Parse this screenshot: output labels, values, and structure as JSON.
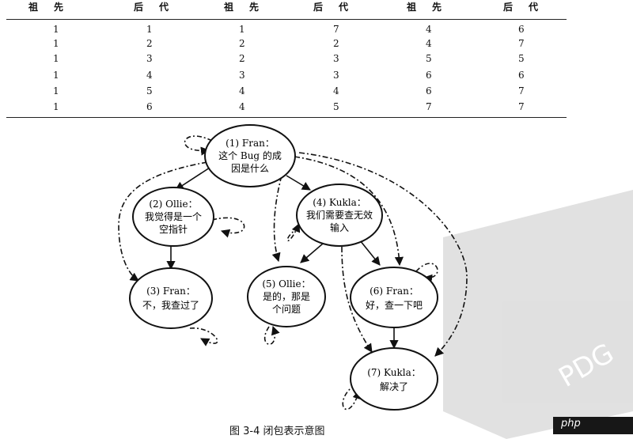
{
  "table": {
    "headers": [
      "祖先",
      "后代",
      "祖先",
      "后代",
      "祖先",
      "后代"
    ],
    "rows": [
      [
        "1",
        "1",
        "1",
        "7",
        "4",
        "6"
      ],
      [
        "1",
        "2",
        "2",
        "2",
        "4",
        "7"
      ],
      [
        "1",
        "3",
        "2",
        "3",
        "5",
        "5"
      ],
      [
        "1",
        "4",
        "3",
        "3",
        "6",
        "6"
      ],
      [
        "1",
        "5",
        "4",
        "4",
        "6",
        "7"
      ],
      [
        "1",
        "6",
        "4",
        "5",
        "7",
        "7"
      ]
    ]
  },
  "nodes": [
    {
      "id": "1",
      "line1": "(1) Fran：",
      "line2": "这个 Bug 的成",
      "line3": "因是什么"
    },
    {
      "id": "2",
      "line1": "(2) Ollie：",
      "line2": "我觉得是一个",
      "line3": "空指针"
    },
    {
      "id": "3",
      "line1": "(3) Fran：",
      "line2": "不，我查过了",
      "line3": ""
    },
    {
      "id": "4",
      "line1": "(4) Kukla：",
      "line2": "我们需要查无效",
      "line3": "输入"
    },
    {
      "id": "5",
      "line1": "(5) Ollie：",
      "line2": "是的，那是",
      "line3": "个问题"
    },
    {
      "id": "6",
      "line1": "(6) Fran：",
      "line2": "好，查一下吧",
      "line3": ""
    },
    {
      "id": "7",
      "line1": "(7) Kukla：",
      "line2": "解决了",
      "line3": ""
    }
  ],
  "edges": {
    "solid": [
      [
        "1",
        "2"
      ],
      [
        "1",
        "4"
      ],
      [
        "2",
        "3"
      ],
      [
        "4",
        "5"
      ],
      [
        "4",
        "6"
      ],
      [
        "6",
        "7"
      ]
    ],
    "closure": [
      [
        "1",
        "3"
      ],
      [
        "1",
        "5"
      ],
      [
        "1",
        "6"
      ],
      [
        "1",
        "7"
      ],
      [
        "4",
        "7"
      ]
    ],
    "self_loops": [
      "1",
      "2",
      "3",
      "4",
      "5",
      "6",
      "7"
    ]
  },
  "caption": "图 3-4   闭包表示意图",
  "watermark": {
    "text": "php",
    "overlay": "PDG"
  }
}
